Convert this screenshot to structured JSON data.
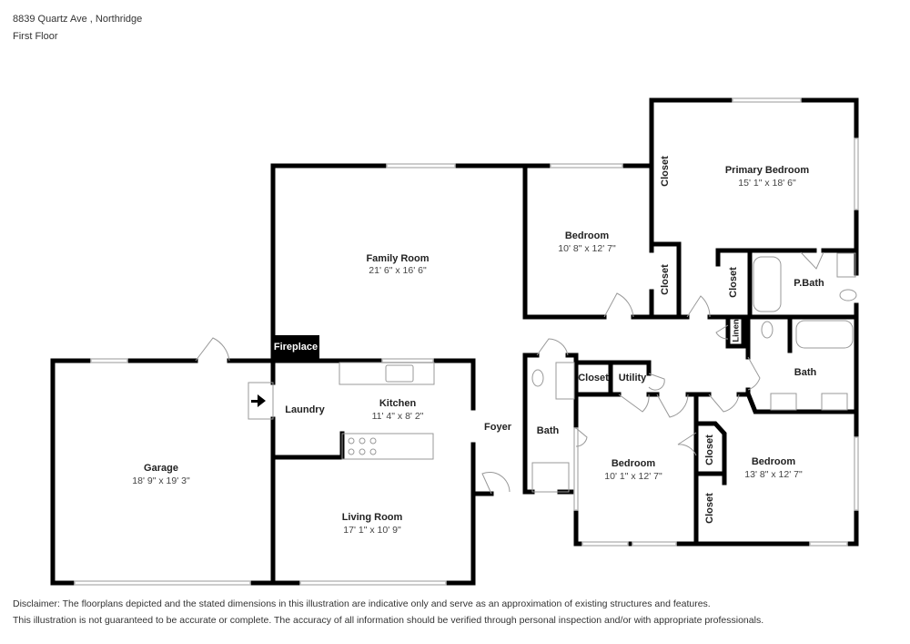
{
  "header": {
    "address": "8839 Quartz Ave , Northridge",
    "floor": "First Floor"
  },
  "rooms": {
    "primary_bedroom": {
      "name": "Primary Bedroom",
      "dims": "15' 1\" x 18' 6\""
    },
    "bedroom_north": {
      "name": "Bedroom",
      "dims": "10' 8\" x 12' 7\""
    },
    "family_room": {
      "name": "Family Room",
      "dims": "21' 6\" x 16' 6\""
    },
    "kitchen": {
      "name": "Kitchen",
      "dims": "11' 4\" x 8' 2\""
    },
    "garage": {
      "name": "Garage",
      "dims": "18' 9\" x 19' 3\""
    },
    "living_room": {
      "name": "Living Room",
      "dims": "17' 1\" x 10' 9\""
    },
    "bedroom_center": {
      "name": "Bedroom",
      "dims": "10' 1\" x 12' 7\""
    },
    "bedroom_east": {
      "name": "Bedroom",
      "dims": "13' 8\" x 12' 7\""
    }
  },
  "labels": {
    "fireplace": "Fireplace",
    "laundry": "Laundry",
    "foyer": "Foyer",
    "bath_hall": "Bath",
    "bath_main": "Bath",
    "p_bath": "P.Bath",
    "closet": "Closet",
    "utility": "Utility",
    "linen": "Linen"
  },
  "disclaimer": {
    "line1": "Disclaimer: The floorplans depicted and the stated dimensions in this illustration are indicative only and serve as an approximation of existing structures and features.",
    "line2": "This illustration is not guaranteed to be accurate or complete. The accuracy of all information should be verified through personal inspection and/or with appropriate professionals."
  }
}
